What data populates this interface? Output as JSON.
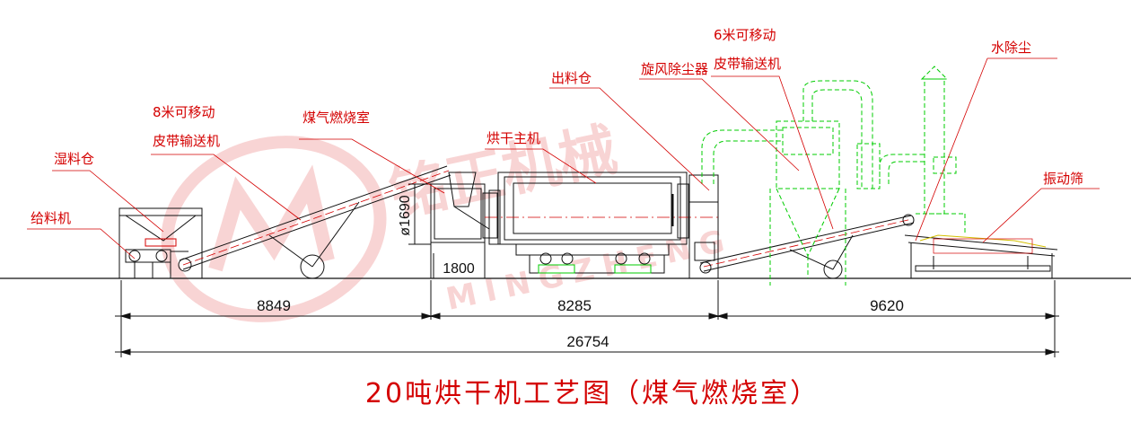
{
  "labels": {
    "feeder": "给料机",
    "wet_bin": "湿料仓",
    "conveyor8_line1": "8米可移动",
    "conveyor8_line2": "皮带输送机",
    "burner": "煤气燃烧室",
    "dryer_main": "烘干主机",
    "output_bin": "出料仓",
    "cyclone": "旋风除尘器",
    "conveyor6_line1": "6米可移动",
    "conveyor6_line2": "皮带输送机",
    "water_dust": "水除尘",
    "vibrating_screen": "振动筛"
  },
  "dimensions": {
    "seg1": "8849",
    "seg2": "8285",
    "seg3": "9620",
    "total": "26754",
    "burner_width": "1800",
    "drum_diameter": "ø1690"
  },
  "title": "20吨烘干机工艺图（煤气燃烧室）",
  "watermark": {
    "cn": "铭正机械",
    "en": "MINGZHENG"
  },
  "colors": {
    "label": "#d40000",
    "line": "#111111",
    "duct": "#00cc00",
    "watermark": "#f4b8b8"
  }
}
